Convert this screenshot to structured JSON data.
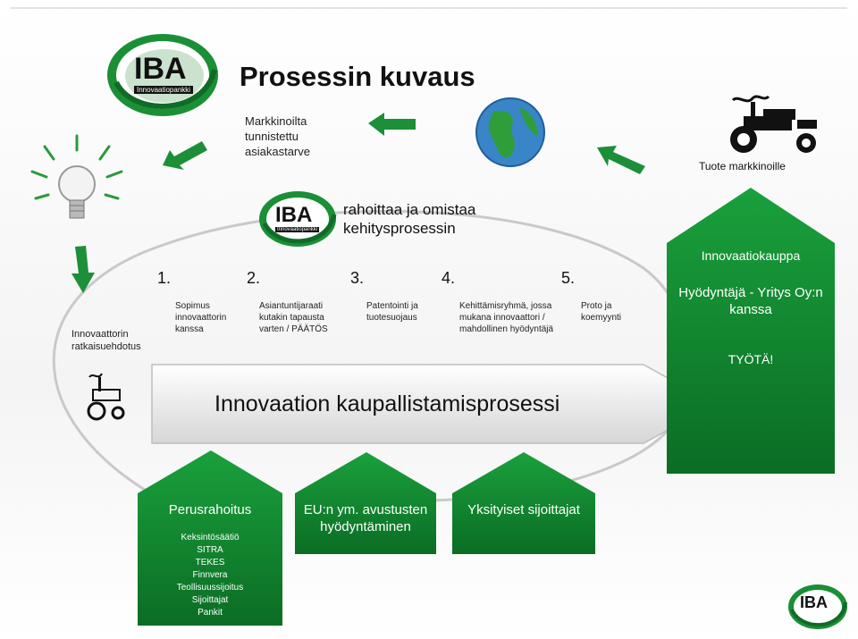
{
  "title": "Prosessin kuvaus",
  "market_need": "Markkinoilta tunnistettu asiakastarve",
  "product_to_market": "Tuote markkinoille",
  "finances_owns": "rahoittaa ja omistaa kehitysprosessin",
  "innovator_solution": "Innovaattorin ratkaisuehdotus",
  "logo": {
    "text": "IBA",
    "sub": "Innovaatiopankki"
  },
  "steps": [
    {
      "num": "1.",
      "text": "Sopimus innovaattorin kanssa"
    },
    {
      "num": "2.",
      "text": "Asiantuntijaraati kutakin tapausta varten / PÄÄTÖS"
    },
    {
      "num": "3.",
      "text": "Patentointi ja tuotesuojaus"
    },
    {
      "num": "4.",
      "text": "Kehittämisryhmä, jossa mukana innovaattori / mahdollinen hyödyntäjä"
    },
    {
      "num": "5.",
      "text": "Proto ja koemyynti"
    }
  ],
  "process_arrow": "Innovaation kaupallistamisprosessi",
  "innovation_trade": {
    "title": "Innovaatiokauppa",
    "subtitle": "Hyödyntäjä - Yritys Oy:n kanssa",
    "work": "TYÖTÄ!"
  },
  "funding": [
    {
      "title": "Perusrahoitus",
      "items": [
        "Keksintösäätiö",
        "SITRA",
        "TEKES",
        "Finnvera",
        "Teollisuussijoitus",
        "Sijoittajat",
        "Pankit"
      ]
    },
    {
      "title": "EU:n ym. avustusten hyödyntäminen",
      "items": []
    },
    {
      "title": "Yksityiset sijoittajat",
      "items": []
    }
  ],
  "colors": {
    "green_dark": "#0f7a2a",
    "green": "#1f9a3a",
    "arrow_gray": "#dcdcdc"
  }
}
